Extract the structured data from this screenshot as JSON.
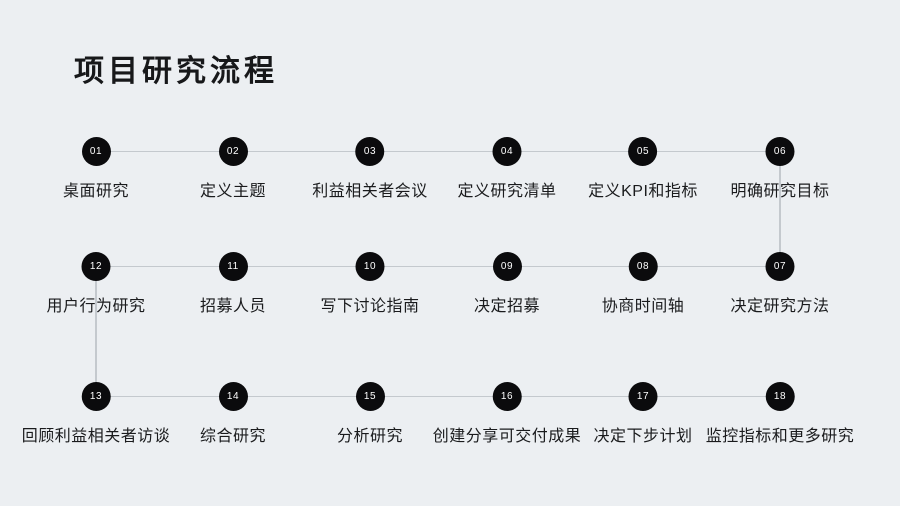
{
  "title": "项目研究流程",
  "colors": {
    "background": "#eceff2",
    "circle": "#0b0b0d",
    "circle_text": "#ffffff",
    "connector_line": "#c4c9ce",
    "label_text": "#1a1b1d"
  },
  "steps": [
    {
      "number": "01",
      "label": "桌面研究"
    },
    {
      "number": "02",
      "label": "定义主题"
    },
    {
      "number": "03",
      "label": "利益相关者会议"
    },
    {
      "number": "04",
      "label": "定义研究清单"
    },
    {
      "number": "05",
      "label": "定义KPI和指标"
    },
    {
      "number": "06",
      "label": "明确研究目标"
    },
    {
      "number": "07",
      "label": "决定研究方法"
    },
    {
      "number": "08",
      "label": "协商时间轴"
    },
    {
      "number": "09",
      "label": "决定招募"
    },
    {
      "number": "10",
      "label": "写下讨论指南"
    },
    {
      "number": "11",
      "label": "招募人员"
    },
    {
      "number": "12",
      "label": "用户行为研究"
    },
    {
      "number": "13",
      "label": "回顾利益相关者访谈"
    },
    {
      "number": "14",
      "label": "综合研究"
    },
    {
      "number": "15",
      "label": "分析研究"
    },
    {
      "number": "16",
      "label": "创建分享可交付成果"
    },
    {
      "number": "17",
      "label": "决定下步计划"
    },
    {
      "number": "18",
      "label": "监控指标和更多研究"
    }
  ]
}
